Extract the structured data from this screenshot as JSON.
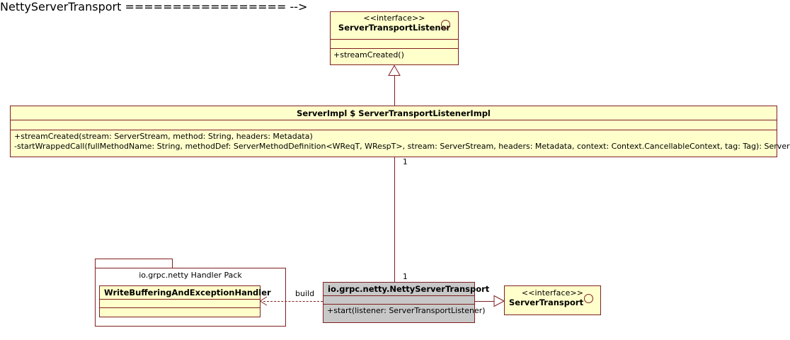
{
  "diagram": {
    "kind": "uml-class-diagram",
    "background": "#ffffff",
    "colors": {
      "border": "#802020",
      "class_fill": "#ffffcc",
      "highlight_fill": "#c8c8c8",
      "text": "#000000"
    }
  },
  "classes": {
    "server_transport_listener": {
      "stereotype": "<<interface>>",
      "name": "ServerTransportListener",
      "operations": [
        "+streamCreated()"
      ]
    },
    "server_impl_listener_impl": {
      "name": "ServerImpl $ ServerTransportListenerImpl",
      "operations": [
        "+streamCreated(stream: ServerStream, method: String, headers: Metadata)",
        "-startWrappedCall(fullMethodName: String, methodDef: ServerMethodDefinition<WReqT, WRespT>, stream: ServerStream, headers: Metadata, context: Context.CancellableContext, tag: Tag): ServerStreamListener"
      ]
    },
    "write_buffering_handler": {
      "name": "WriteBufferingAndExceptionHandler",
      "operations": []
    },
    "netty_server_transport": {
      "name": "io.grpc.netty.NettyServerTransport",
      "operations": [
        "+start(listener: ServerTransportListener)"
      ]
    },
    "server_transport": {
      "stereotype": "<<interface>>",
      "name": "ServerTransport",
      "operations": []
    }
  },
  "package": {
    "label": "io.grpc.netty Handler Pack"
  },
  "edges": {
    "generalization_listener": {
      "type": "generalization",
      "from": "ServerImpl $ ServerTransportListenerImpl",
      "to": "ServerTransportListener",
      "label": ""
    },
    "association_listener_transport": {
      "type": "association",
      "from": "ServerImpl $ ServerTransportListenerImpl",
      "to": "io.grpc.netty.NettyServerTransport",
      "source_multiplicity": "1",
      "target_multiplicity": "1"
    },
    "dependency_build": {
      "type": "dependency",
      "from": "io.grpc.netty.NettyServerTransport",
      "to": "WriteBufferingAndExceptionHandler",
      "label": "build"
    },
    "realization_transport": {
      "type": "realization",
      "from": "io.grpc.netty.NettyServerTransport",
      "to": "ServerTransport",
      "label": ""
    }
  }
}
